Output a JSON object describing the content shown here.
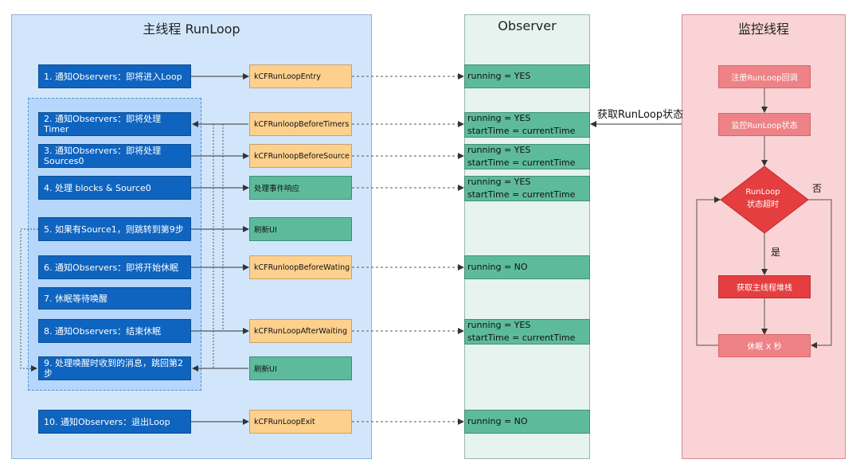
{
  "panels": {
    "main_title": "主线程 RunLoop",
    "observer_title": "Observer",
    "monitor_title": "监控线程"
  },
  "steps": [
    "1. 通知Observers：即将进入Loop",
    "2. 通知Observers：即将处理Timer",
    "3. 通知Observers：即将处理Sources0",
    "4. 处理 blocks & Source0",
    "5. 如果有Source1，则跳转到第9步",
    "6. 通知Observers：即将开始休眠",
    "7. 休眠等待唤醒",
    "8. 通知Observers：结束休眠",
    "9. 处理唤醒时收到的消息，跳回第2步",
    "10. 通知Observers：退出Loop"
  ],
  "activities": [
    "kCFRunLoopEntry",
    "kCFRunloopBeforeTimers",
    "kCFRunloopBeforeSource",
    "处理事件响应",
    "刷新UI",
    "kCFRunloopBeforeWating",
    "kCFRunLoopAfterWaiting",
    "刷新UI",
    "kCFRunLoopExit"
  ],
  "observer_states": [
    {
      "l1": "running = YES",
      "l2": ""
    },
    {
      "l1": "running = YES",
      "l2": "startTime = currentTime"
    },
    {
      "l1": "running = YES",
      "l2": "startTime = currentTime"
    },
    {
      "l1": "running = YES",
      "l2": "startTime = currentTime"
    },
    {
      "l1": "running = NO",
      "l2": ""
    },
    {
      "l1": "running = YES",
      "l2": "startTime = currentTime"
    },
    {
      "l1": "running = NO",
      "l2": ""
    }
  ],
  "monitor": {
    "register": "注册RunLoop回调",
    "watch": "监控RunLoop状态",
    "decision_line1": "RunLoop",
    "decision_line2": "状态超时",
    "get_stack": "获取主线程堆栈",
    "sleep": "休眠 X 秒",
    "yes_label": "是",
    "no_label": "否",
    "fetch_label": "获取RunLoop状态"
  },
  "colors": {
    "step_blue": "#0f64c0",
    "activity_orange": "#fdd08d",
    "activity_green": "#5dbb9c",
    "monitor_dark": "#e53e40",
    "monitor_light": "#ee8286"
  }
}
